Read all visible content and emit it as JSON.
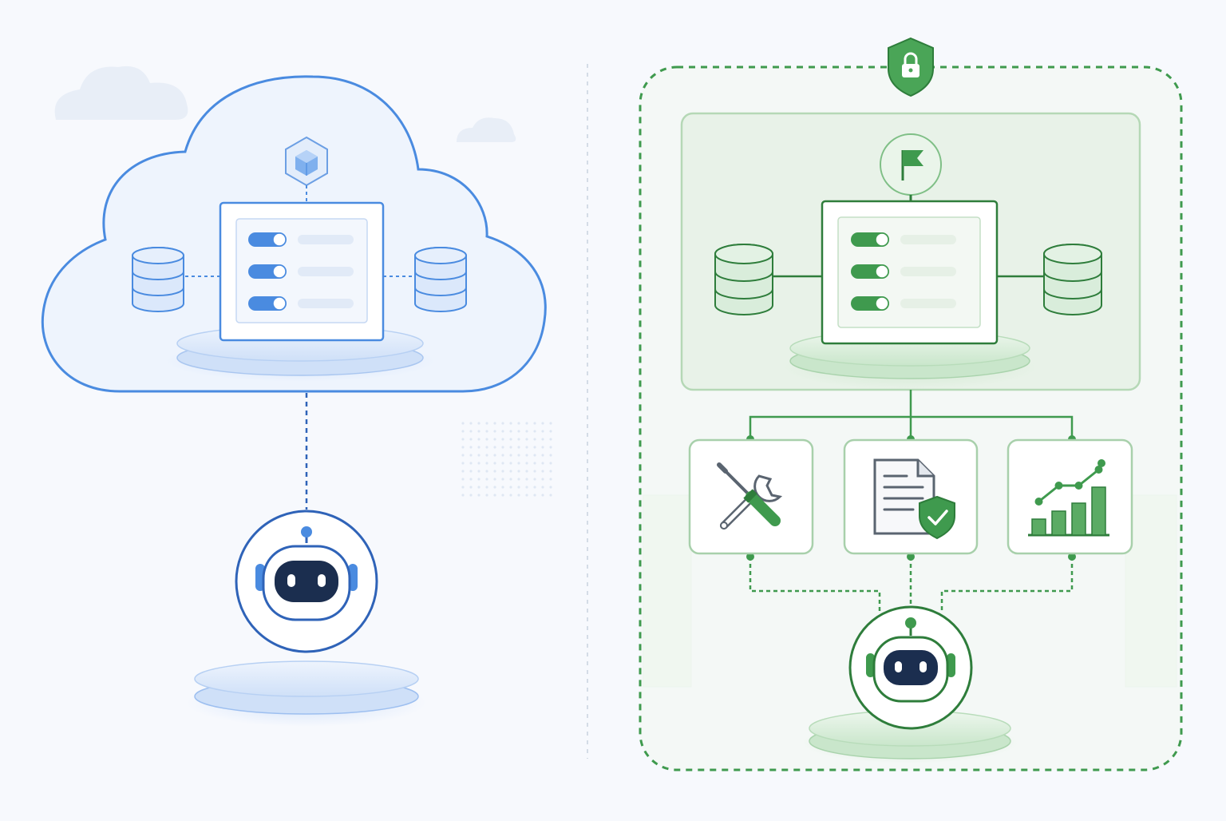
{
  "layout_kind": "two-panel architecture comparison (cloud vs. secured local), no printed text",
  "colors": {
    "background": "#f7f9fd",
    "cloud_blue": "#4a8be0",
    "cloud_blue_dark": "#2f63b8",
    "cloud_fill": "#eef4fd",
    "navy": "#1b2e4f",
    "secure_green": "#3f9a4e",
    "secure_green_dark": "#2e7d3b",
    "secure_fill": "#eef6ee",
    "divider": "#c9d2de"
  },
  "left_panel": {
    "container": "cloud",
    "top_icon": "cube-icon",
    "center_card": {
      "toggles_on": [
        1,
        1,
        1
      ],
      "toggle_count": 3
    },
    "side_nodes": [
      "database-icon",
      "database-icon"
    ],
    "connector_style": "dashed",
    "agent": "robot-icon"
  },
  "right_panel": {
    "container": "dashed-secure-boundary",
    "boundary_badge": "shield-lock-icon",
    "top_icon": "flag-icon",
    "center_card": {
      "toggles_on": [
        1,
        1,
        1
      ],
      "toggle_count": 3
    },
    "side_nodes": [
      "database-icon",
      "database-icon"
    ],
    "connector_style": "solid",
    "tools": [
      "tools-icon",
      "secure-document-icon",
      "analytics-chart-icon"
    ],
    "chart_values": [
      2,
      3,
      4,
      6
    ],
    "agent": "robot-icon"
  }
}
